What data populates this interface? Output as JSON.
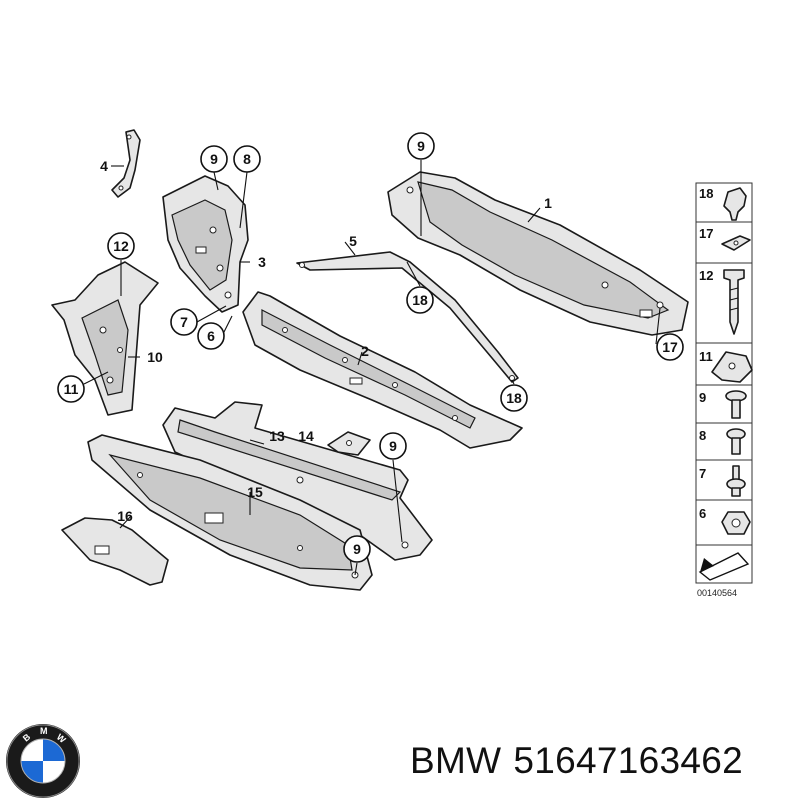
{
  "callouts": {
    "c1": "1",
    "c2": "2",
    "c3": "3",
    "c4": "4",
    "c5": "5",
    "c6": "6",
    "c7": "7",
    "c8": "8",
    "c9a": "9",
    "c9b": "9",
    "c9c": "9",
    "c9d": "9",
    "c10": "10",
    "c11": "11",
    "c12": "12",
    "c13": "13",
    "c14": "14",
    "c15": "15",
    "c16": "16",
    "c17": "17",
    "c18a": "18",
    "c18b": "18"
  },
  "legend": {
    "items": [
      "18",
      "17",
      "12",
      "11",
      "9",
      "8",
      "7",
      "6"
    ],
    "code": "00140564"
  },
  "caption": {
    "brand": "BMW",
    "part_number": "51647163462"
  },
  "logo": {
    "letters": "BMW",
    "colors": {
      "blue": "#1c69d4",
      "ring": "#1a1a1a"
    }
  }
}
